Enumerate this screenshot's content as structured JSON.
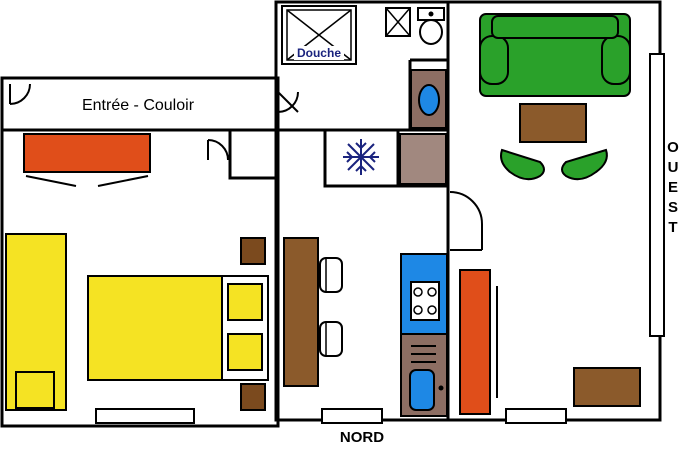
{
  "labels": {
    "entry": "Entrée - Couloir",
    "shower": "Douche",
    "north": "NORD",
    "west": [
      "O",
      "U",
      "E",
      "S",
      "T"
    ]
  },
  "colors": {
    "wall": "#000000",
    "sofa": "#2aa12a",
    "wood": "#8b5a2b",
    "bed": "#f5e323",
    "rug": "#e04e1a",
    "sink": "#1e88e5",
    "stove": "#1e88e5",
    "fridge_icon": "#1a237e",
    "appliance": "#a1887f",
    "counter": "#8d6e63"
  },
  "icons": {
    "snowflake": "snowflake-icon",
    "shower": "shower-tray-icon",
    "toilet": "toilet-icon"
  }
}
